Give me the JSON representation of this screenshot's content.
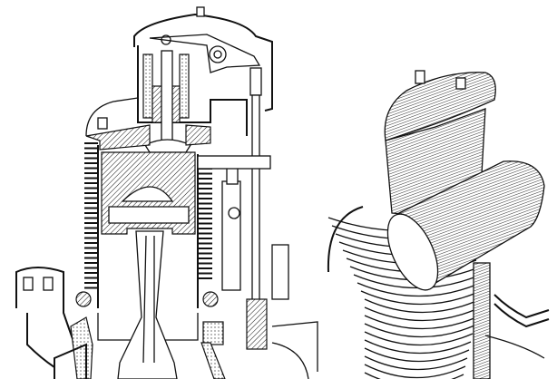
{
  "colors": {
    "ink": "#111111",
    "paper": "#ffffff"
  },
  "illustrations": [
    {
      "id": "sectional-view",
      "kind": "engine-cylinder-cross-section"
    },
    {
      "id": "exterior-view",
      "kind": "engine-cylinder-exterior-perspective"
    }
  ]
}
